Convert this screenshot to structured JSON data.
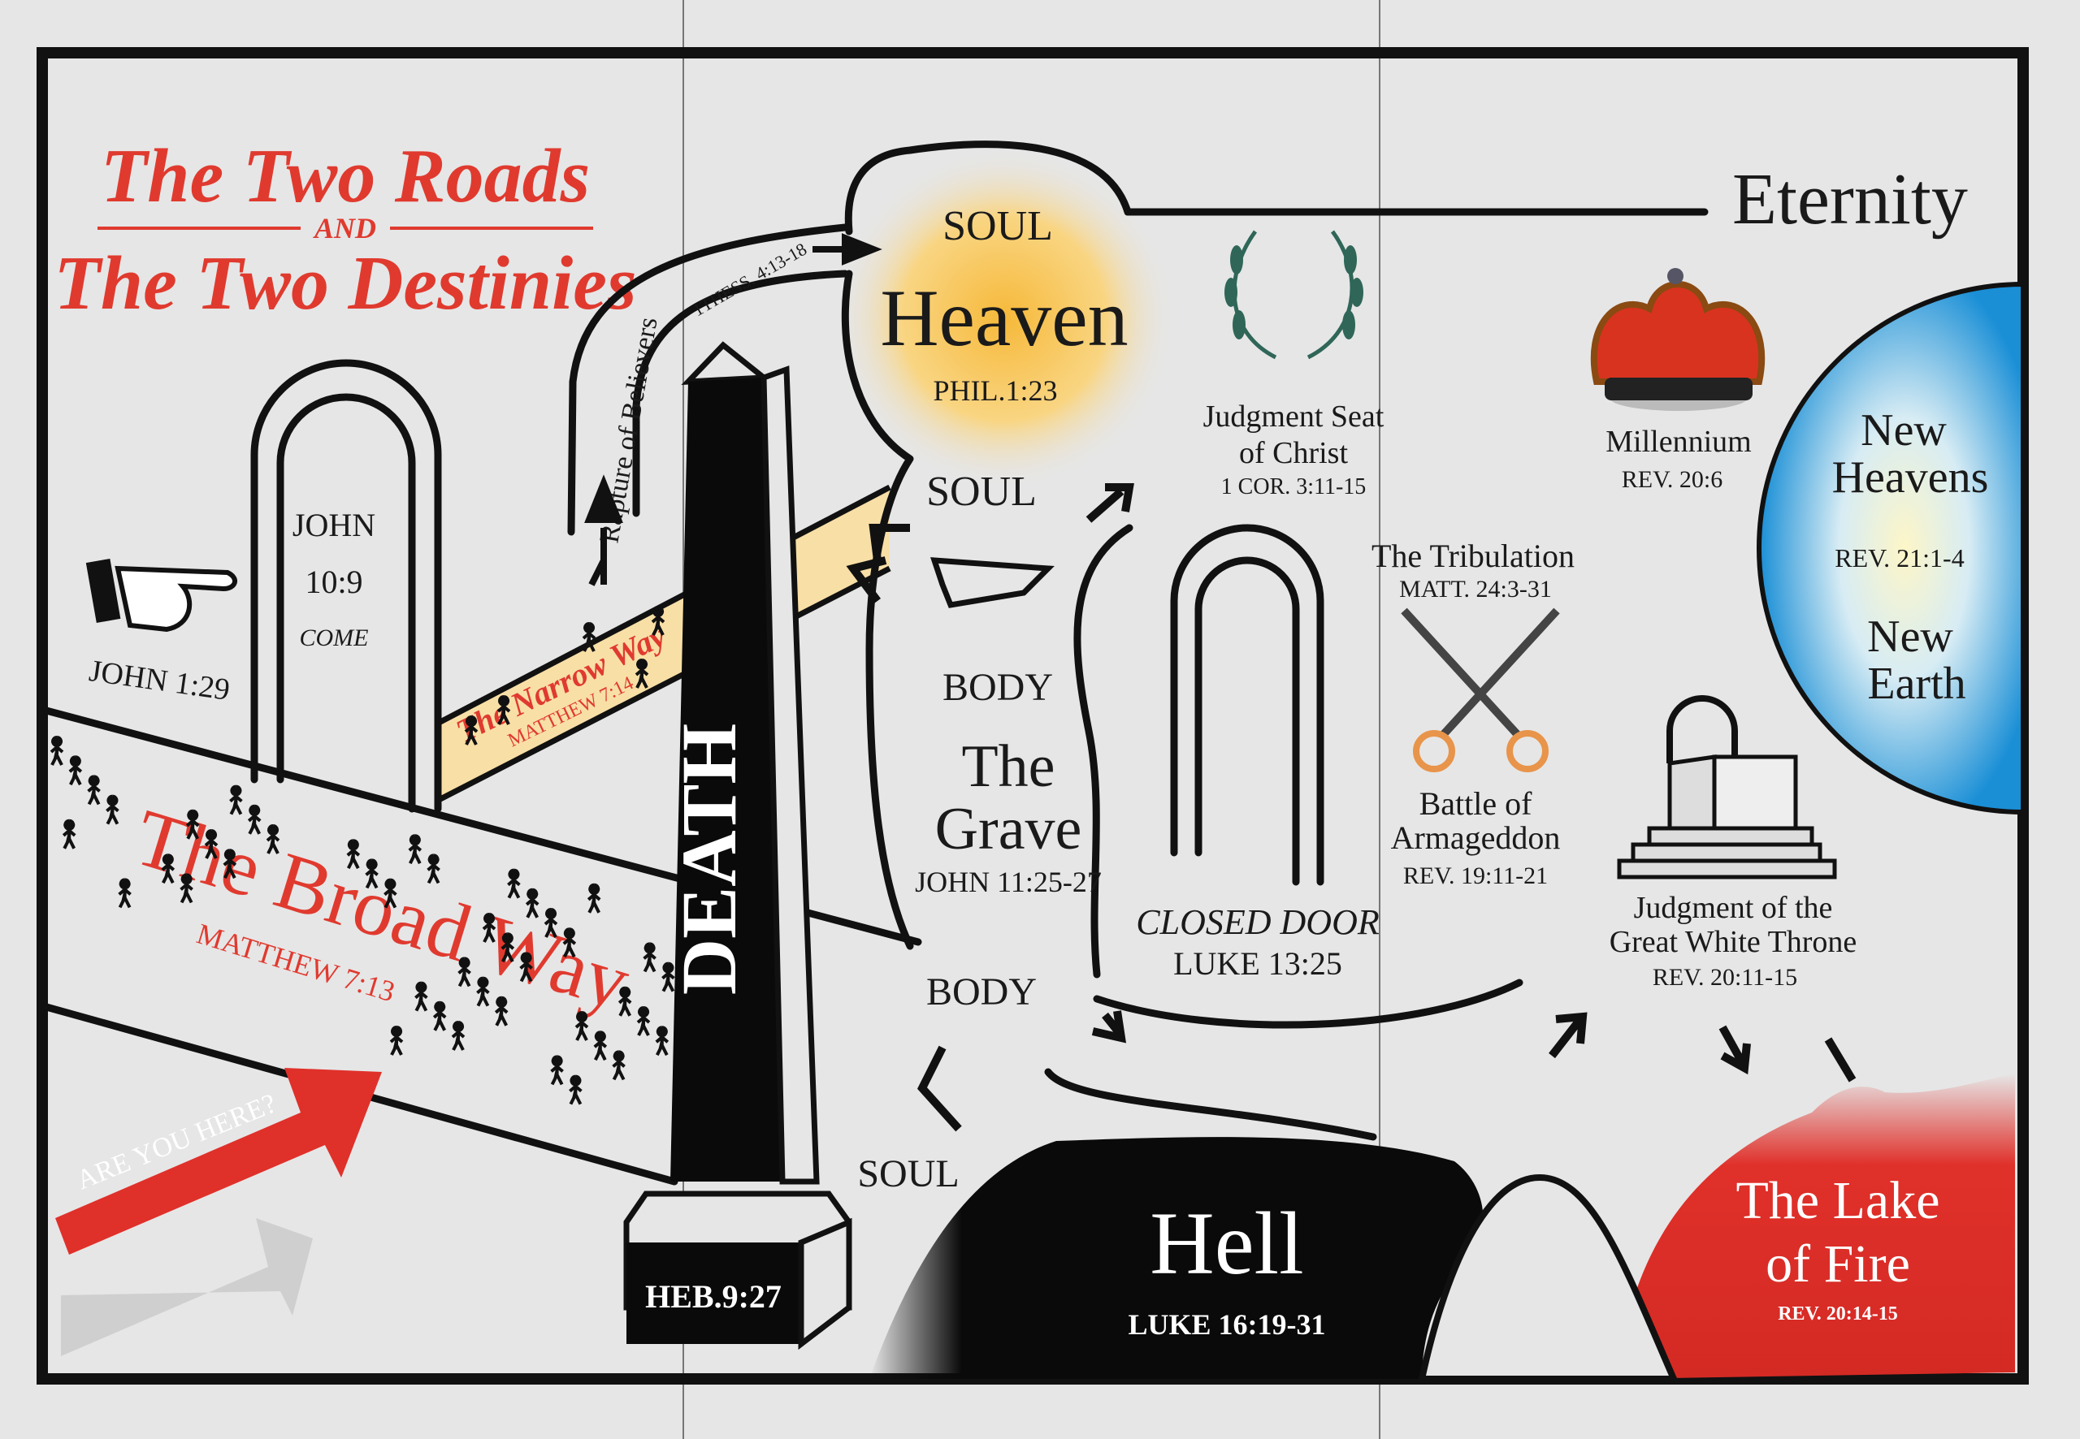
{
  "title": {
    "line1": "The Two Roads",
    "and": "AND",
    "line2": "The Two Destinies"
  },
  "eternity": "Eternity",
  "heaven": {
    "soul_top": "SOUL",
    "label": "Heaven",
    "ref": "PHIL.1:23",
    "soul_bottom": "SOUL"
  },
  "rapture": {
    "label": "Rapture of Believers",
    "ref": "1THESS. 4:13-18"
  },
  "judgment_seat": {
    "line1": "Judgment Seat",
    "line2": "of Christ",
    "ref": "1 COR. 3:11-15"
  },
  "millennium": {
    "label": "Millennium",
    "ref": "REV. 20:6"
  },
  "new_heavens": {
    "line1": "New",
    "line2": "Heavens",
    "ref": "REV. 21:1-4",
    "line3": "New",
    "line4": "Earth"
  },
  "door": {
    "line1": "JOHN",
    "line2": "10:9",
    "line3": "COME"
  },
  "john_129": "JOHN 1:29",
  "narrow_way": {
    "label": "The Narrow Way",
    "ref": "MATTHEW 7:14"
  },
  "broad_way": {
    "label": "The Broad Way",
    "ref": "MATTHEW 7:13"
  },
  "are_you_here": "ARE YOU HERE?",
  "death": {
    "label": "DEATH",
    "ref": "HEB.9:27"
  },
  "grave": {
    "body_top": "BODY",
    "line1": "The",
    "line2": "Grave",
    "ref": "JOHN 11:25-27",
    "body_bottom": "BODY",
    "soul": "SOUL"
  },
  "closed_door": {
    "label": "CLOSED DOOR",
    "ref": "LUKE 13:25"
  },
  "tribulation": {
    "label": "The Tribulation",
    "ref": "MATT. 24:3-31"
  },
  "armageddon": {
    "line1": "Battle of",
    "line2": "Armageddon",
    "ref": "REV. 19:11-21"
  },
  "white_throne": {
    "line1": "Judgment of the",
    "line2": "Great White Throne",
    "ref": "REV. 20:11-15"
  },
  "hell": {
    "label": "Hell",
    "ref": "LUKE 16:19-31"
  },
  "lake_of_fire": {
    "line1": "The Lake",
    "line2": "of Fire",
    "ref": "REV. 20:14-15"
  },
  "colors": {
    "title_red": "#e03a2f",
    "heaven_glow": "#f7c34a",
    "narrow_road": "#f8dfa6",
    "new_earth_blue": "#1a8fd6",
    "lake_red": "#e0302a",
    "hell_black": "#0a0a0a"
  }
}
